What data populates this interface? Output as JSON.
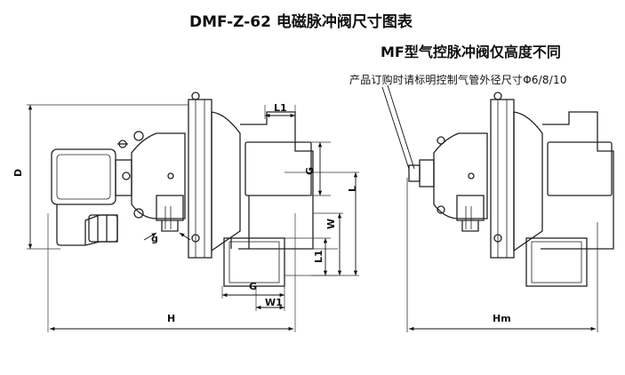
{
  "title": "DMF-Z-62  电磁脉冲阀尺寸图表",
  "subtitle": "MF型气控脉冲阀仅高度不同",
  "note": "产品订购时请标明控制气管外径尺寸Φ6/8/10",
  "dimensions": {
    "D": "D",
    "H": "H",
    "Hm": "Hm",
    "L": "L",
    "L1_top": "L1",
    "L1_side": "L1",
    "G_side": "G",
    "G_bottom": "G",
    "W": "W",
    "W1": "W1",
    "g": "g"
  }
}
